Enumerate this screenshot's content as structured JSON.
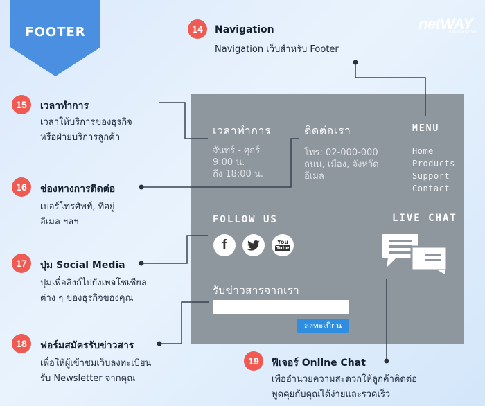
{
  "banner": {
    "label": "FOOTER"
  },
  "logo": {
    "text": "netWAY",
    "tagline": "IT SOURCE FOR SME"
  },
  "callouts": [
    {
      "number": "14",
      "title": "Navigation",
      "desc": "Navigation เว็บสำหรับ Footer"
    },
    {
      "number": "15",
      "title": "เวลาทำการ",
      "desc": "เวลาให้บริการของธุรกิจ\nหรือฝ่ายบริการลูกค้า"
    },
    {
      "number": "16",
      "title": "ช่องทางการติดต่อ",
      "desc": "เบอร์โทรศัพท์, ที่อยู่\nอีเมล ฯลฯ"
    },
    {
      "number": "17",
      "title": "ปุ่ม Social Media",
      "desc": "ปุ่มเพื่อลิงก์ไปยังเพจโซเชียล\nต่าง ๆ ของธุรกิจของคุณ"
    },
    {
      "number": "18",
      "title": "ฟอร์มสมัครรับข่าวสาร",
      "desc": "เพื่อให้ผู้เข้าชมเว็บลงทะเบียน\nรับ Newsletter จากคุณ"
    },
    {
      "number": "19",
      "title": "ฟีเจอร์ Online Chat",
      "desc": "เพื่ออำนวยความสะดวกให้ลูกค้าติดต่อ\nพูดคุยกับคุณได้ง่ายและรวดเร็ว"
    }
  ],
  "footer": {
    "hours": {
      "title": "เวลาทำการ",
      "body": "จันทร์ - ศุกร์\n9:00 น.\nถึง 18:00 น."
    },
    "contact": {
      "title": "ติดต่อเรา",
      "body": "โทร: 02-000-000\nถนน, เมือง, จังหวัด\nอีเมล"
    },
    "menu": {
      "title": "MENU",
      "items": [
        "Home",
        "Products",
        "Support",
        "Contact"
      ]
    },
    "follow": {
      "title": "FOLLOW US"
    },
    "live_chat": {
      "title": "LIVE CHAT"
    },
    "newsletter": {
      "title": "รับข่าวสารจากเรา",
      "button": "ลงทะเบียน"
    },
    "social": {
      "facebook": "f",
      "youtube_top": "You",
      "youtube_bottom": "Tube"
    }
  },
  "colors": {
    "panel": "#8e969e",
    "badge": "#ef5b52",
    "banner": "#4a8fe0",
    "button": "#2f8de0"
  },
  "icons": [
    "facebook-icon",
    "twitter-icon",
    "youtube-icon",
    "chat-bubbles-icon"
  ]
}
